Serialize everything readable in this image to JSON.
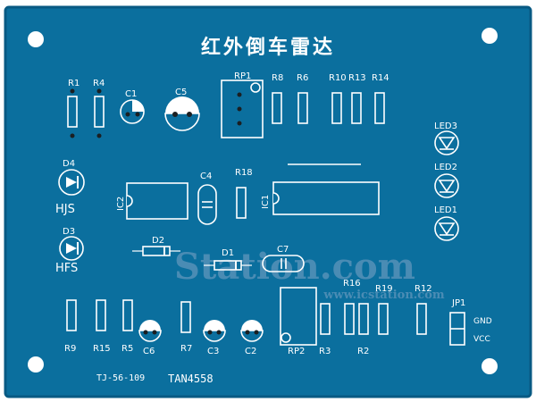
{
  "colors": {
    "board": "#0b6f9e",
    "board_edge": "#085a83",
    "silkscreen": "#ffffff",
    "pad": "#1b1f22",
    "watermark": "#7fa4c6",
    "background": "#ffffff"
  },
  "board": {
    "title": "红外倒车雷达",
    "footer_left": "TJ-56-109",
    "footer_right": "TAN4558"
  },
  "watermark": {
    "main": "Station.com",
    "sub": "www.icstation.com"
  },
  "labels": {
    "r1": "R1",
    "r4": "R4",
    "c1": "C1",
    "c5": "C5",
    "rp1": "RP1",
    "r8": "R8",
    "r6": "R6",
    "r10": "R10",
    "r13": "R13",
    "r14": "R14",
    "d4": "D4",
    "hjs": "HJS",
    "c4": "C4",
    "r18": "R18",
    "ic1": "IC1",
    "ic2": "IC2",
    "led3": "LED3",
    "led2": "LED2",
    "led1": "LED1",
    "d3": "D3",
    "hfs": "HFS",
    "d2": "D2",
    "d1": "D1",
    "c7": "C7",
    "r16": "R16",
    "r19": "R19",
    "r12": "R12",
    "jp1": "JP1",
    "gnd": "GND",
    "vcc": "VCC",
    "r9": "R9",
    "r15": "R15",
    "r5": "R5",
    "c6": "C6",
    "r7": "R7",
    "c3": "C3",
    "c2": "C2",
    "rp2": "RP2",
    "r3": "R3",
    "r2": "R2"
  },
  "icons": {
    "mounting_holes": "mounting-hole-icon",
    "diodes": "led-diode-icon",
    "capacitors": "electrolytic-capacitor-icon"
  }
}
